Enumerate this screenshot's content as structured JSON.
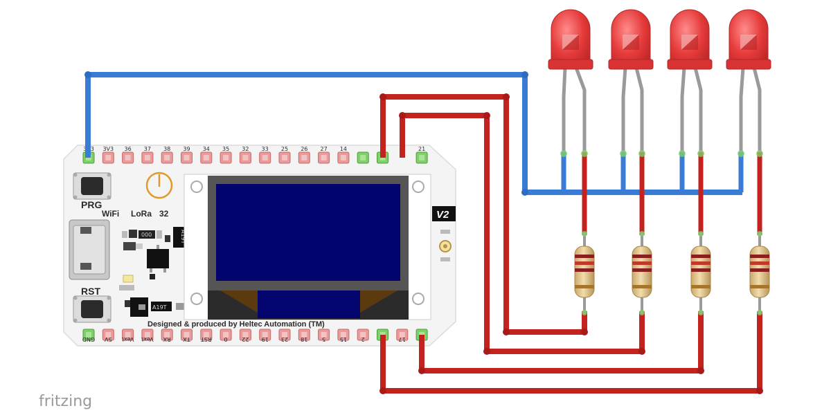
{
  "board": {
    "top_pins": [
      "3V3",
      "3V3",
      "36",
      "37",
      "38",
      "39",
      "34",
      "35",
      "32",
      "33",
      "25",
      "26",
      "27",
      "14",
      "",
      "",
      "",
      "21"
    ],
    "bottom_pins": [
      "GND",
      "5V",
      "Vext",
      "Vext",
      "RX",
      "TX",
      "RST",
      "0",
      "22",
      "19",
      "23",
      "18",
      "5",
      "15",
      "2",
      "",
      "17",
      ""
    ],
    "prg_label": "PRG",
    "rst_label": "RST",
    "wifi_label": "WiFi",
    "lora_label": "LoRa",
    "lora_num": "32",
    "version": "V2",
    "credit": "Designed & produced by Heltec Automation (TM)",
    "chip_ams": "A19T",
    "chip_000": "000",
    "chip_a19t2": "A19T"
  },
  "logo": "fritzing",
  "colors": {
    "blue_wire": "#3a7bd5",
    "red_wire": "#c4221f",
    "led": "#e63b3b",
    "oled_screen": "#03036e",
    "board": "#f4f4f4",
    "pin_pad": "#e99a9a",
    "pin_connected": "#7fcf6a"
  }
}
